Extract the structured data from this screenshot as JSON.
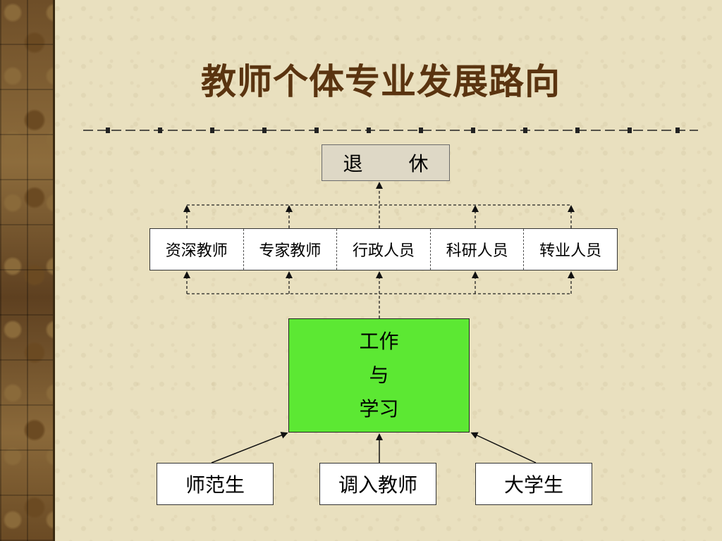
{
  "title": "教师个体专业发展路向",
  "retire": "退 休",
  "roles": [
    "资深教师",
    "专家教师",
    "行政人员",
    "科研人员",
    "转业人员"
  ],
  "work": {
    "line1": "工作",
    "line2": "与",
    "line3": "学习"
  },
  "sources": [
    "师范生",
    "调入教师",
    "大学生"
  ]
}
